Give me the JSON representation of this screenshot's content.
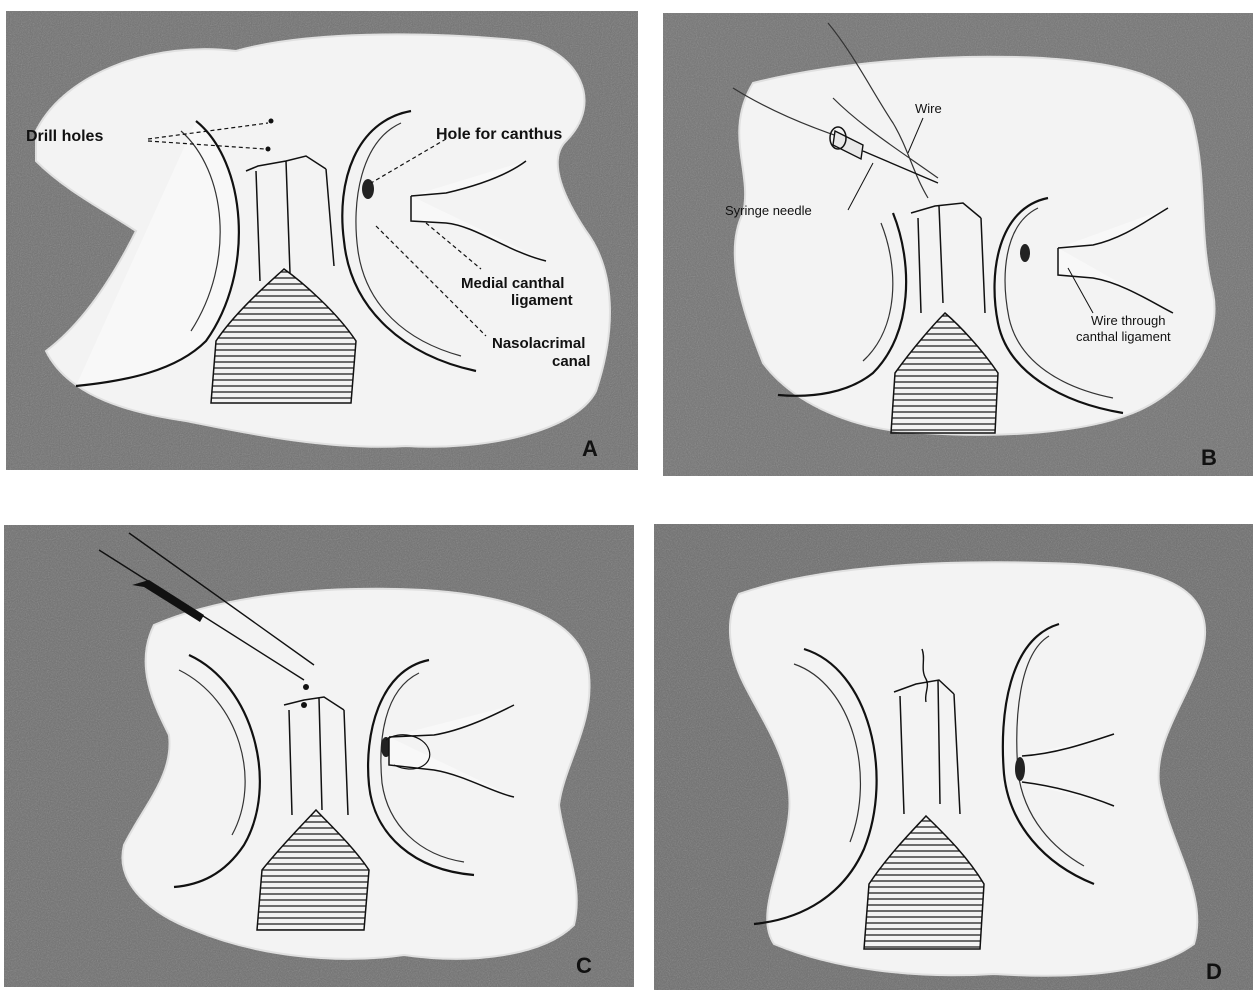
{
  "colors": {
    "background": "#6f6f6f",
    "bone": "#f2f2f2",
    "ink": "#111111",
    "cavity": "#3a3a3a"
  },
  "panels": [
    {
      "letter": "A",
      "labels": {
        "drill_holes": "Drill holes",
        "hole_for_canthus": "Hole for canthus",
        "medial_1": "Medial canthal",
        "medial_2": "ligament",
        "naso_1": "Nasolacrimal",
        "naso_2": "canal"
      }
    },
    {
      "letter": "B",
      "labels": {
        "wire": "Wire",
        "syringe_needle": "Syringe needle",
        "wire_through_1": "Wire through",
        "wire_through_2": "canthal ligament"
      }
    },
    {
      "letter": "C"
    },
    {
      "letter": "D"
    }
  ]
}
